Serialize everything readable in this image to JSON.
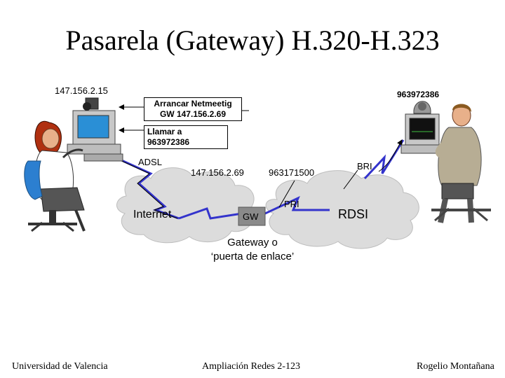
{
  "title": "Pasarela (Gateway) H.320-H.323",
  "left_host": {
    "ip": "147.156.2.15"
  },
  "right_host": {
    "number": "963972386"
  },
  "callouts": {
    "start_line1": "Arrancar Netmeetig",
    "start_line2": "GW 147.156.2.69",
    "call": "Llamar a 963972386"
  },
  "links": {
    "adsl": "ADSL",
    "bri": "BRI",
    "pri": "PRI"
  },
  "gateway": {
    "ip": "147.156.2.69",
    "number": "963171500",
    "label": "GW",
    "caption_line1": "Gateway o",
    "caption_line2": "‘puerta de enlace’"
  },
  "clouds": {
    "internet": "Internet",
    "rdsi": "RDSI"
  },
  "footer": {
    "left": "Universidad de Valencia",
    "center": "Ampliación Redes 2-123",
    "right": "Rogelio Montañana"
  },
  "colors": {
    "link": "#3333cc",
    "cloud": "#dcdcdc",
    "screen": "#2a8fd6",
    "gateway": "#8a8a8a"
  }
}
